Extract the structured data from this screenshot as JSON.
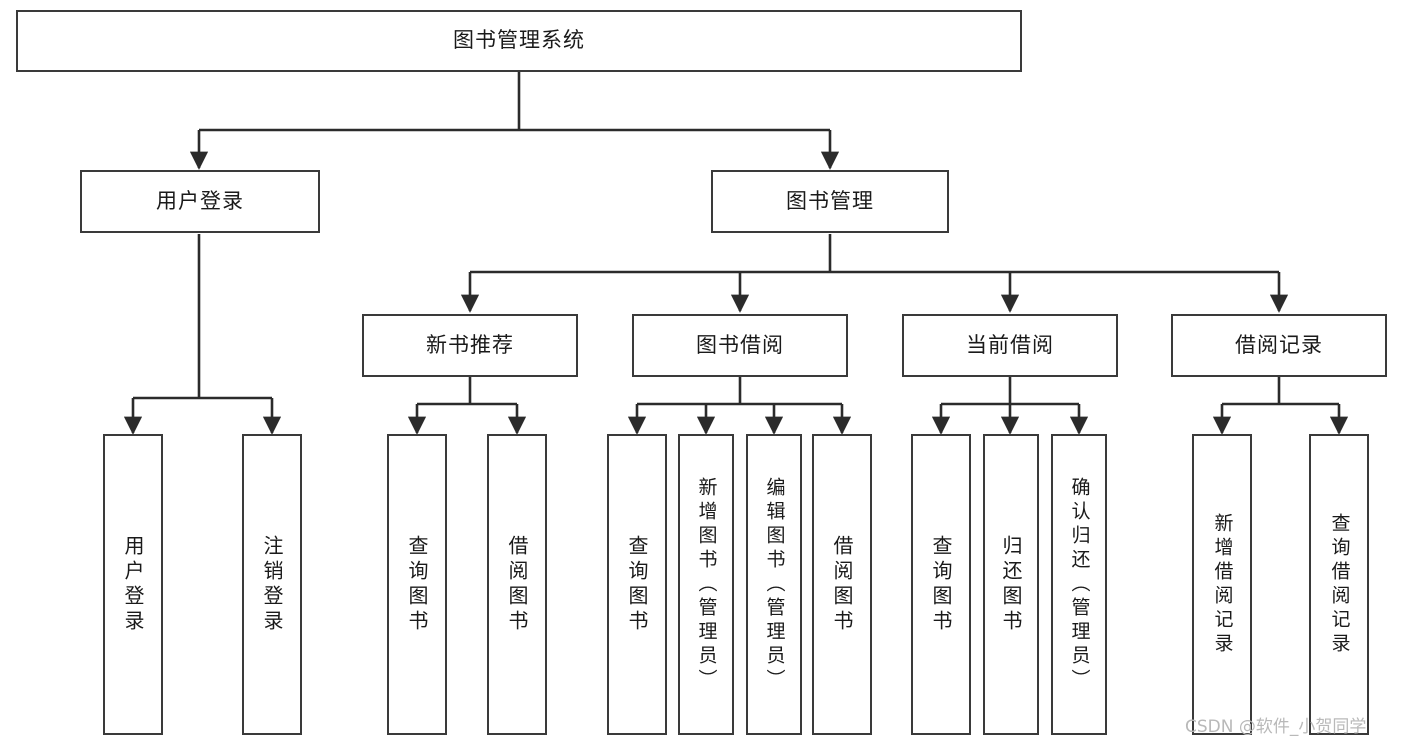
{
  "diagram": {
    "type": "tree",
    "title": "图书管理系统",
    "orientation": "top-down",
    "watermark": "CSDN @软件_小贺同学",
    "colors": {
      "background": "#ffffff",
      "border": "#3a3a3a",
      "text": "#1a1a1a",
      "connector": "#2b2b2b",
      "watermark": "#b9b9b9"
    },
    "root": {
      "label": "图书管理系统"
    },
    "level1": [
      {
        "label": "用户登录"
      },
      {
        "label": "图书管理"
      }
    ],
    "level2": [
      {
        "label": "新书推荐",
        "parent": "图书管理"
      },
      {
        "label": "图书借阅",
        "parent": "图书管理"
      },
      {
        "label": "当前借阅",
        "parent": "图书管理"
      },
      {
        "label": "借阅记录",
        "parent": "图书管理"
      }
    ],
    "leaves": {
      "user_login": [
        {
          "label": "用户登录"
        },
        {
          "label": "注销登录"
        }
      ],
      "new_book_recommend": [
        {
          "label": "查询图书"
        },
        {
          "label": "借阅图书"
        }
      ],
      "book_borrow": [
        {
          "label": "查询图书"
        },
        {
          "label": "新增图书（管理员）"
        },
        {
          "label": "编辑图书（管理员）"
        },
        {
          "label": "借阅图书"
        }
      ],
      "current_borrow": [
        {
          "label": "查询图书"
        },
        {
          "label": "归还图书"
        },
        {
          "label": "确认归还（管理员）"
        }
      ],
      "borrow_record": [
        {
          "label": "新增借阅记录"
        },
        {
          "label": "查询借阅记录"
        }
      ]
    }
  }
}
